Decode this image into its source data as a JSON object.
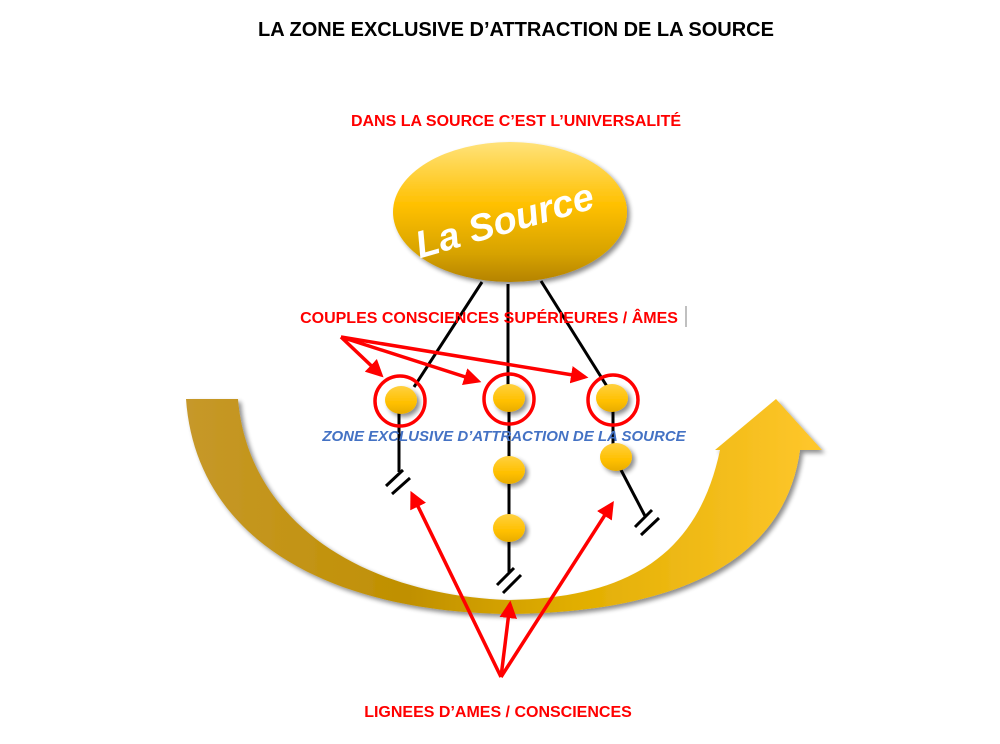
{
  "title": "LA ZONE EXCLUSIVE D’ATTRACTION DE LA SOURCE",
  "source": {
    "top_caption": "DANS LA SOURCE C’EST L’UNIVERSALITÉ",
    "label": "La Source"
  },
  "labels": {
    "couples": "COUPLES CONSCIENCES SUPÉRIEURES / ÂMES",
    "zone": "ZONE EXCLUSIVE D’ATTRACTION DE LA SOURCE",
    "lignees": "LIGNEES D’AMES / CONSCIENCES"
  },
  "lineages": [
    {
      "name": "left",
      "couple_count": 1,
      "extra_nodes": 0,
      "ends_with_break": true
    },
    {
      "name": "center",
      "couple_count": 1,
      "extra_nodes": 2,
      "ends_with_break": true
    },
    {
      "name": "right",
      "couple_count": 1,
      "extra_nodes": 1,
      "ends_with_break": true
    }
  ],
  "colors": {
    "title": "#000000",
    "red_text": "#ff0000",
    "blue_text": "#4472c4",
    "source_fill_top": "#ffd966",
    "source_fill_mid": "#ffc000",
    "source_fill_bottom": "#b8860b",
    "node_fill": "#ffc000",
    "ring": "#ff0000",
    "arrow_red": "#ff0000",
    "big_arrow_left": "#c79a1e",
    "big_arrow_right": "#ffc000"
  }
}
